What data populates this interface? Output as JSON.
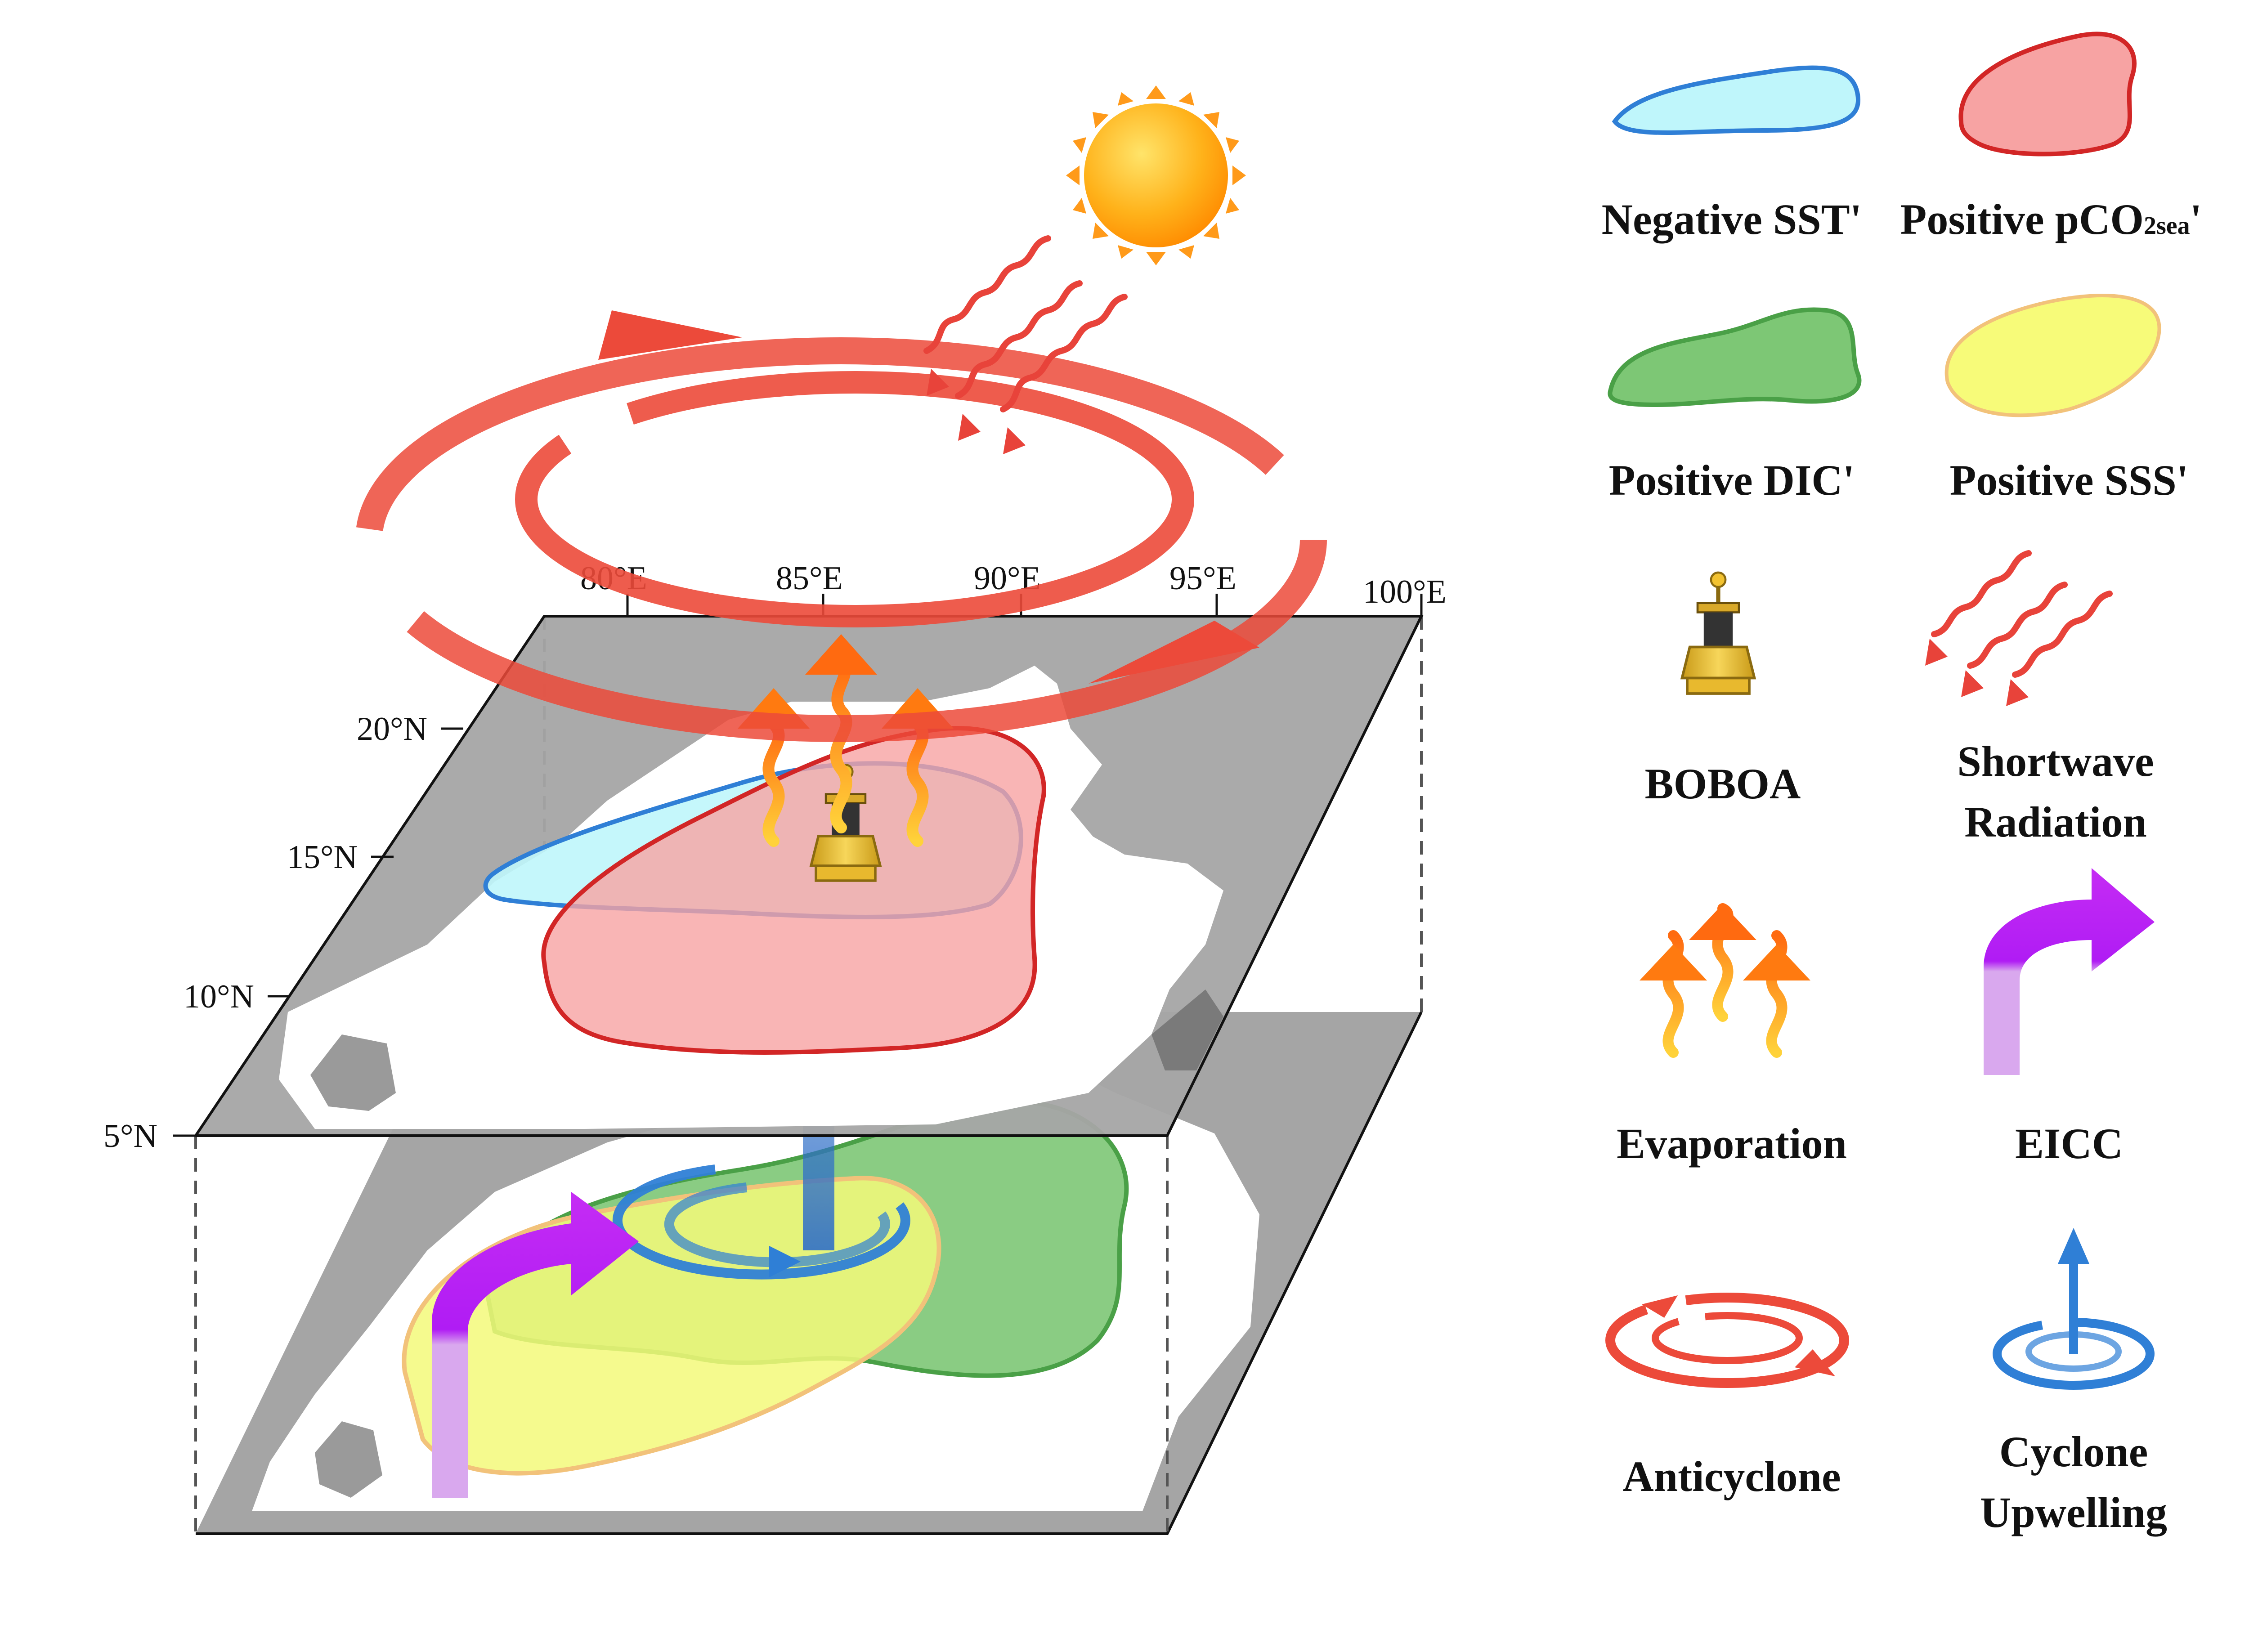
{
  "axes": {
    "lon_ticks": [
      "80°E",
      "85°E",
      "90°E",
      "95°E",
      "100°E"
    ],
    "lat_ticks": [
      "20°N",
      "15°N",
      "10°N",
      "5°N"
    ]
  },
  "legend": {
    "negative_sst": {
      "label": "Negative SST'"
    },
    "positive_pco2": {
      "label_main": "Positive pCO",
      "label_sub": "2sea",
      "label_end": "'"
    },
    "positive_dic": {
      "label": "Positive DIC'"
    },
    "positive_sss": {
      "label": "Positive SSS'"
    },
    "boboa": {
      "label": "BOBOA"
    },
    "shortwave": {
      "label_line1": "Shortwave",
      "label_line2": "Radiation"
    },
    "evaporation": {
      "label": "Evaporation"
    },
    "eicc": {
      "label": "EICC"
    },
    "anticyclone": {
      "label": "Anticyclone"
    },
    "cyclone": {
      "label_line1": "Cyclone",
      "label_line2": "Upwelling"
    }
  },
  "colors": {
    "sst_fill": "#bff6fb",
    "sst_stroke": "#2f7fd6",
    "pco2_fill": "#f7a3a3",
    "pco2_stroke": "#d22626",
    "dic_fill": "#7dc775",
    "dic_stroke": "#4aa047",
    "sss_fill": "#f3f97a",
    "sss_stroke": "#f2c27a",
    "land": "#9a9a9a",
    "anticyclone": "#ec4a3a",
    "evaporation": "#ff7a10",
    "eicc": "#b81cf2",
    "cyclone": "#2f7fd6"
  }
}
